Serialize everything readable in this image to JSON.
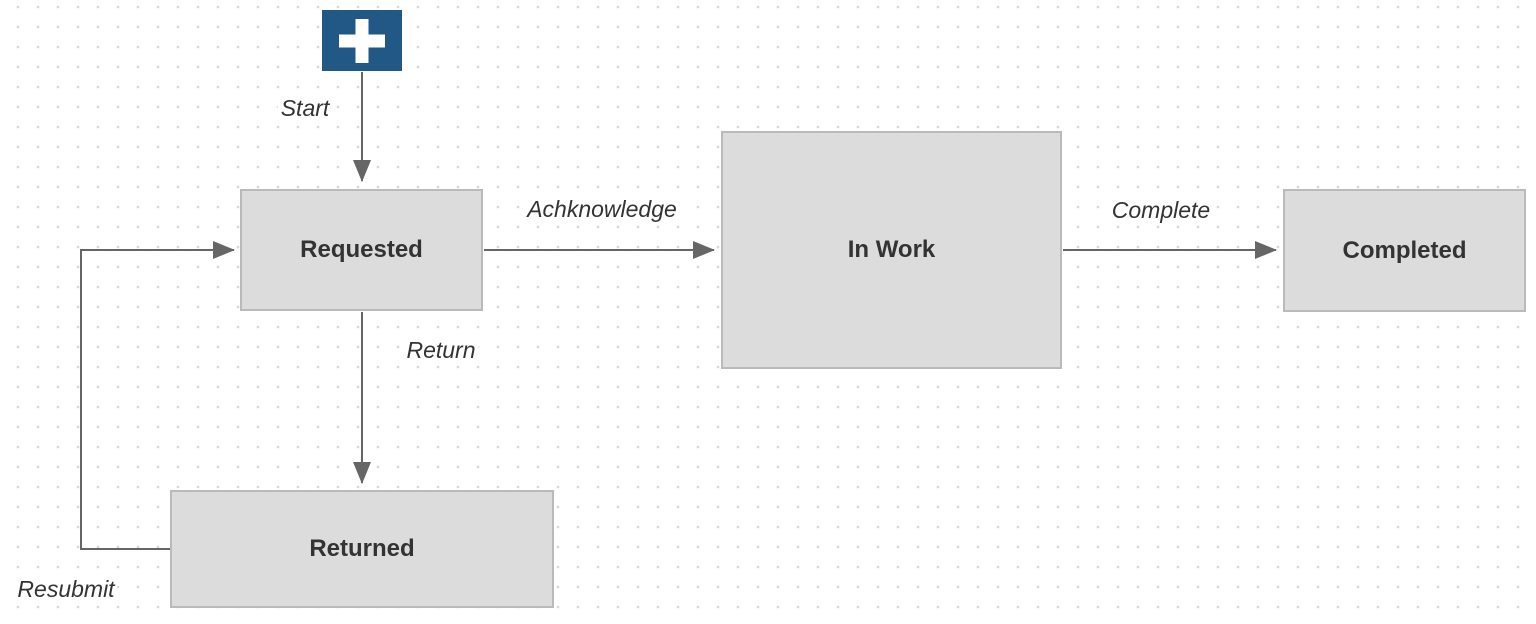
{
  "diagram": {
    "nodes": {
      "start": {
        "icon": "plus-icon"
      },
      "requested": {
        "label": "Requested"
      },
      "in_work": {
        "label": "In Work"
      },
      "completed": {
        "label": "Completed"
      },
      "returned": {
        "label": "Returned"
      }
    },
    "edges": {
      "start": {
        "label": "Start"
      },
      "acknowledge": {
        "label": "Achknowledge"
      },
      "complete": {
        "label": "Complete"
      },
      "return": {
        "label": "Return"
      },
      "resubmit": {
        "label": "Resubmit"
      }
    }
  },
  "colors": {
    "canvas-bg": "#ffffff",
    "grid-dot": "#d6d6d6",
    "start-fill": "#215886",
    "start-symbol": "#ffffff",
    "node-fill": "#dcdcdc",
    "node-border": "#bababa",
    "node-text": "#333333",
    "edge-line": "#666666",
    "edge-label-text": "#333333"
  }
}
